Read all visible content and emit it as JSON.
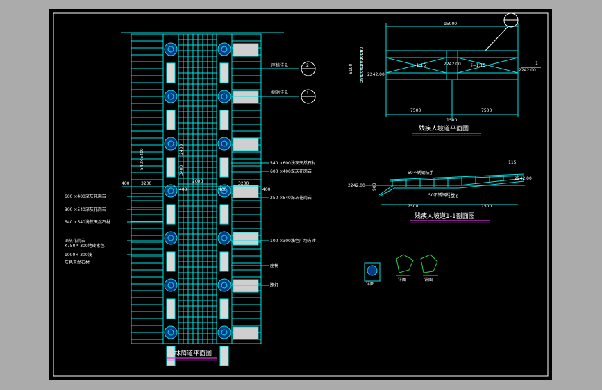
{
  "titles": {
    "plan": "林荫道平面图",
    "ramp_plan": "残疾人坡道平面图",
    "ramp_section": "残疾人坡道1-1剖面图"
  },
  "callouts": {
    "bench_detail": "座椅详见",
    "bench_no": "2",
    "pool_detail": "树池详见",
    "pool_no": "1",
    "section_no": "1"
  },
  "plan_labels_right": [
    "540 ×600浅灰天然石材",
    "600 ×400深灰花岗岩",
    "250 ×540深灰花岗岩",
    "100 ×300浅色广场方砖",
    "座椅",
    "路灯"
  ],
  "plan_labels_left": [
    "600 ×400深灰花岗岩",
    "300 ×540深灰花岗岩",
    "540 ×540浅灰天然石材",
    "深灰花岗岩",
    "K750,* 300地砖素色",
    "1000× 300浅",
    "灰色天然石材"
  ],
  "plan_dims": {
    "d400a": "400",
    "d3200": "3200",
    "d400b": "400",
    "d2000": "2000",
    "d400c": "400",
    "d3200b": "3200",
    "d400d": "400",
    "v2400": "2400",
    "v3400": "3400",
    "v540": "540×5400"
  },
  "ramp_plan": {
    "top_dim": "15000",
    "slope1": "i=1:15",
    "slope2": "i=1:15",
    "elev_mid": "2242.00",
    "elev_left": "2242.00",
    "elev_right": "2242.00",
    "bottom_left": "7500",
    "bottom_right": "7500",
    "bottom_mid": "1500",
    "left_dims": [
      "250",
      "2000",
      "1200",
      "2000",
      "250"
    ],
    "left_total": "6100"
  },
  "ramp_section": {
    "rail1": "50不锈钢扶手",
    "rail2": "50不锈钢栏杆",
    "elev_left": "2242.00",
    "elev_right": "2242.00",
    "height": "115",
    "left_v": "900",
    "dim_left": "7500",
    "dim_right": "7500",
    "dim_mid": "1500"
  },
  "detail_labels": [
    "详图",
    "详图",
    "详图"
  ]
}
